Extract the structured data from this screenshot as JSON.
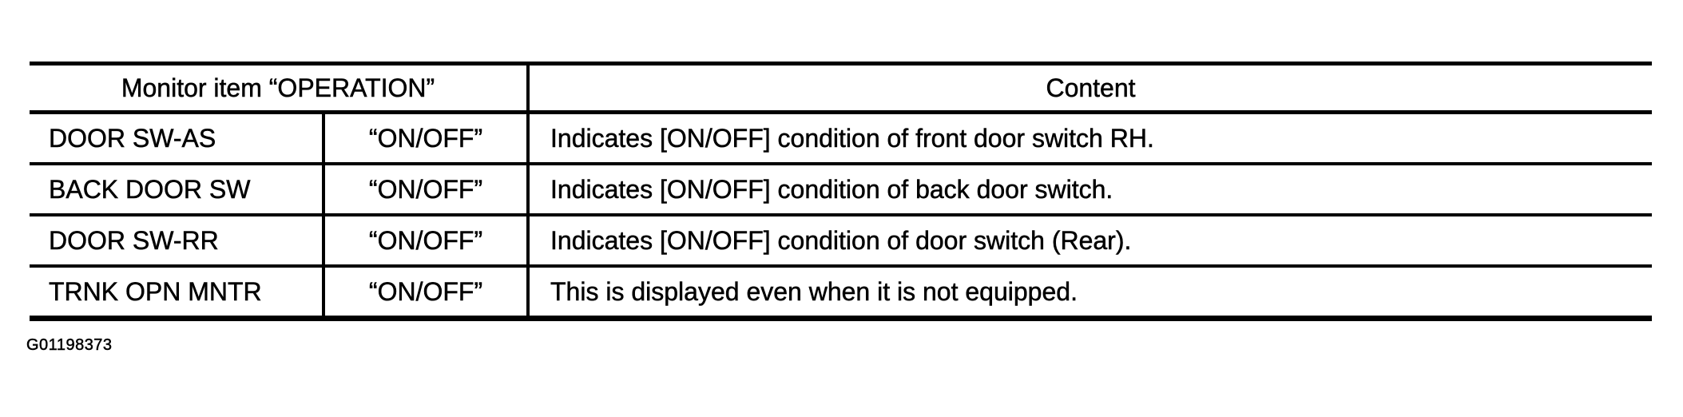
{
  "page": {
    "background": "#ffffff",
    "ink": "#000000"
  },
  "table": {
    "header": {
      "monitor_col": "Monitor item “OPERATION”",
      "content_col": "Content"
    },
    "rows": [
      {
        "item": "DOOR SW-AS",
        "operation": "“ON/OFF”",
        "content": "Indicates [ON/OFF] condition of front door switch RH."
      },
      {
        "item": "BACK DOOR SW",
        "operation": "“ON/OFF”",
        "content": "Indicates [ON/OFF] condition of back door switch."
      },
      {
        "item": "DOOR SW-RR",
        "operation": "“ON/OFF”",
        "content": "Indicates [ON/OFF] condition of door switch (Rear)."
      },
      {
        "item": "TRNK OPN MNTR",
        "operation": "“ON/OFF”",
        "content": "This is displayed even when it is not equipped."
      }
    ]
  },
  "figure_id": "G01198373"
}
